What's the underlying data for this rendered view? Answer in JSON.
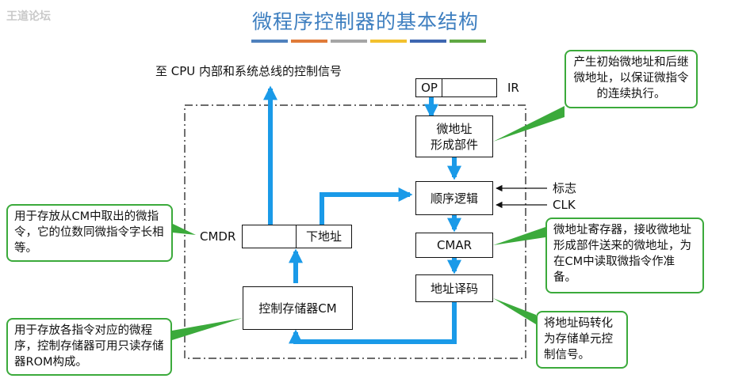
{
  "title": "微程序控制器的基本结构",
  "watermark": "王道论坛",
  "accent_colors": [
    "#4F81BD",
    "#E07B39",
    "#A5A5A5",
    "#F2C12E",
    "#3E67B1",
    "#5FA843"
  ],
  "signals_label": "至 CPU 内部和系统总线的控制信号",
  "ir": {
    "op_label": "OP",
    "ir_label": "IR"
  },
  "blocks": {
    "micro_addr_gen": "微地址\n形成部件",
    "seq_logic": "顺序逻辑",
    "cmar": "CMAR",
    "addr_decoder": "地址译码",
    "control_store": "控制存储器CM",
    "cmdr_next": "下地址"
  },
  "labels": {
    "cmdr": "CMDR",
    "flag": "标志",
    "clk": "CLK"
  },
  "notes": {
    "initial_addr": "产生初始微地址和后继微地址，以保证微指令的连续执行。",
    "cmdr_desc": "用于存放从CM中取出的微指令，它的位数同微指令字长相等。",
    "cmar_desc": "微地址寄存器，接收微地址形成部件送来的微地址，为在CM中读取微指令作准备。",
    "cm_desc": "用于存放各指令对应的微程序，控制存储器可用只读存储器ROM构成。",
    "decoder_desc": "将地址码转化为存储单元控制信号。"
  }
}
